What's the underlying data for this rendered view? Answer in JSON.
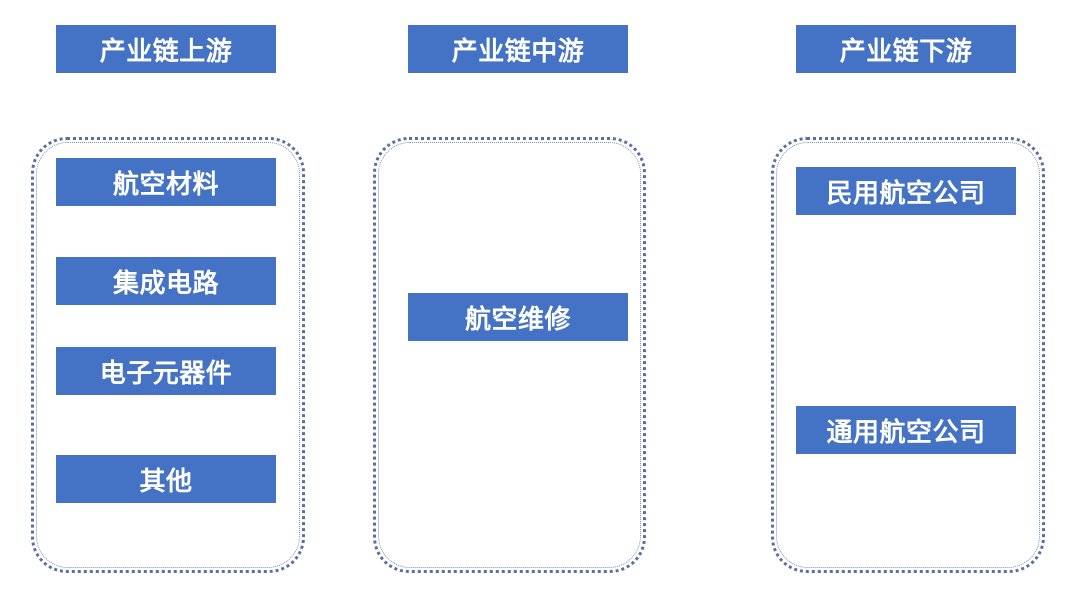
{
  "headers": {
    "upstream": "产业链上游",
    "midstream": "产业链中游",
    "downstream": "产业链下游"
  },
  "upstream_items": [
    "航空材料",
    "集成电路",
    "电子元器件",
    "其他"
  ],
  "midstream_items": [
    "航空维修"
  ],
  "downstream_items": [
    "民用航空公司",
    "通用航空公司"
  ],
  "colors": {
    "box_fill": "#4472c4",
    "box_text": "#ffffff",
    "group_border": "#5b6f9e"
  }
}
